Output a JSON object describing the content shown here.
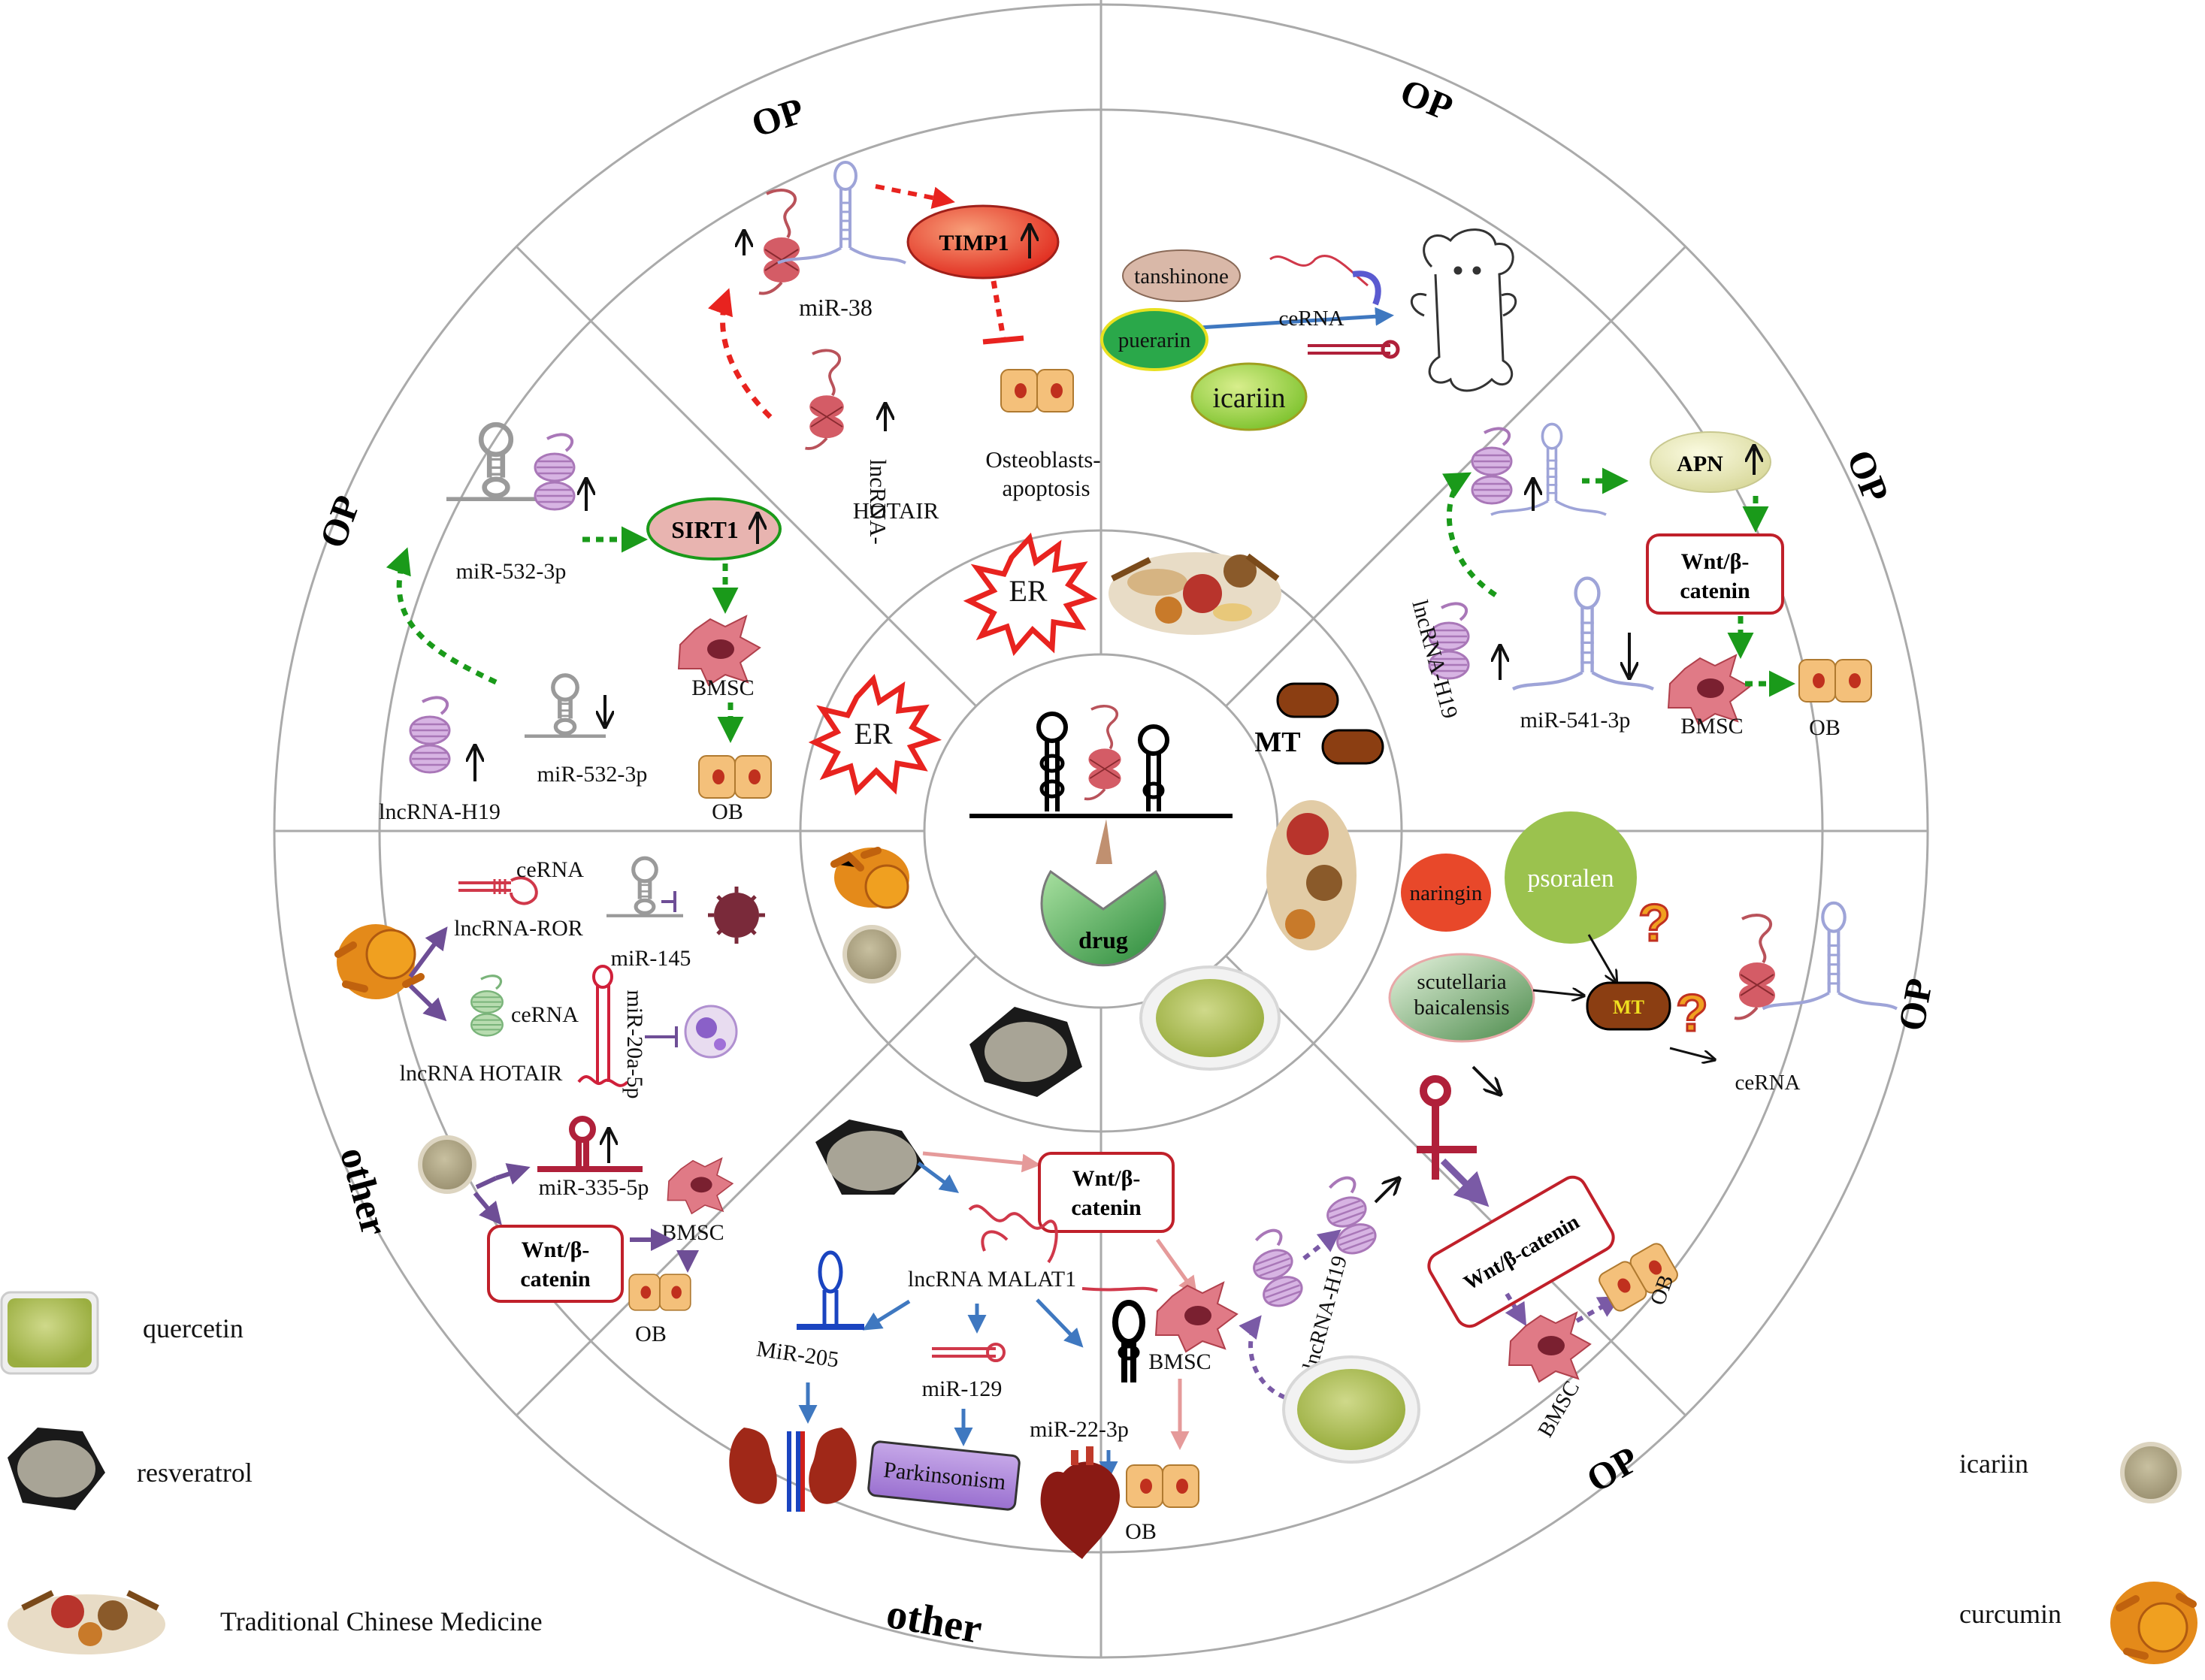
{
  "center": {
    "drug": "drug"
  },
  "mechanisms": {
    "er_top": "ER",
    "er_left": "ER",
    "mt_right": "MT",
    "mt_lower": "MT"
  },
  "segments": {
    "op_top_left": "OP",
    "op_top_right": "OP",
    "op_right_upper": "OP",
    "op_right_lower": "OP",
    "op_bottom_right": "OP",
    "op_left": "OP",
    "other_left": "other",
    "other_bottom": "other"
  },
  "top_sector": {
    "mir38": "miR-38",
    "timp1": "TIMP1",
    "lnc_hotair_1": "lncRNA-",
    "lnc_hotair_2": "HOTAIR",
    "osteo_1": "Osteoblasts-",
    "osteo_2": "apoptosis"
  },
  "top_right_sector": {
    "tanshinone": "tanshinone",
    "puerarin": "puerarin",
    "icariin": "icariin",
    "cerna": "ceRNA"
  },
  "left_upper_sector": {
    "mir532_top": "miR-532-3p",
    "sirt1": "SIRT1",
    "bmsc": "BMSC",
    "lnc_h19": "lncRNA-H19",
    "mir532_bottom": "miR-532-3p",
    "ob": "OB"
  },
  "right_upper_sector": {
    "apn": "APN",
    "wnt_1": "Wnt/β-",
    "wnt_2": "catenin",
    "lnc_h19": "lncRNA-H19",
    "mir541": "miR-541-3p",
    "bmsc": "BMSC",
    "ob": "OB"
  },
  "right_lower_sector": {
    "naringin": "naringin",
    "psoralen": "psoralen",
    "scutellaria_1": "scutellaria",
    "scutellaria_2": "baicalensis",
    "mt": "MT",
    "cerna": "ceRNA"
  },
  "bottom_right_sector": {
    "wnt": "Wnt/β-catenin",
    "lnc_h19": "lncRNA-H19",
    "bmsc": "BMSC",
    "ob": "OB"
  },
  "bottom_sector": {
    "wnt_1": "Wnt/β-",
    "wnt_2": "catenin",
    "malat1": "lncRNA MALAT1",
    "mir205": "MiR-205",
    "mir129": "miR-129",
    "mir22": "miR-22-3p",
    "bmsc": "BMSC",
    "parkinsonism": "Parkinsonism",
    "ob": "OB"
  },
  "left_lower_sector": {
    "cerna_1": "ceRNA",
    "lnc_ror": "lncRNA-ROR",
    "mir145": "miR-145",
    "cerna_2": "ceRNA",
    "lnc_hotair": "lncRNA HOTAIR",
    "mir20a": "miR-20a-5p",
    "mir335": "miR-335-5p",
    "bmsc": "BMSC",
    "wnt_1": "Wnt/β-",
    "wnt_2": "catenin",
    "ob": "OB"
  },
  "legend": {
    "quercetin": "quercetin",
    "resveratrol": "resveratrol",
    "tcm": "Traditional Chinese Medicine",
    "icariin": "icariin",
    "curcumin": "curcumin"
  },
  "colors": {
    "ring_line": "#aaaaaa",
    "green_arrow": "#1a9a1a",
    "red_arrow": "#e8231f",
    "blue_arrow": "#3f78c0",
    "purple_arrow": "#6e4e96",
    "pink_arrow": "#e59a9a",
    "lnc_red": "#b9525a",
    "lnc_purple": "#a977b8",
    "box_border": "#c0202a"
  }
}
